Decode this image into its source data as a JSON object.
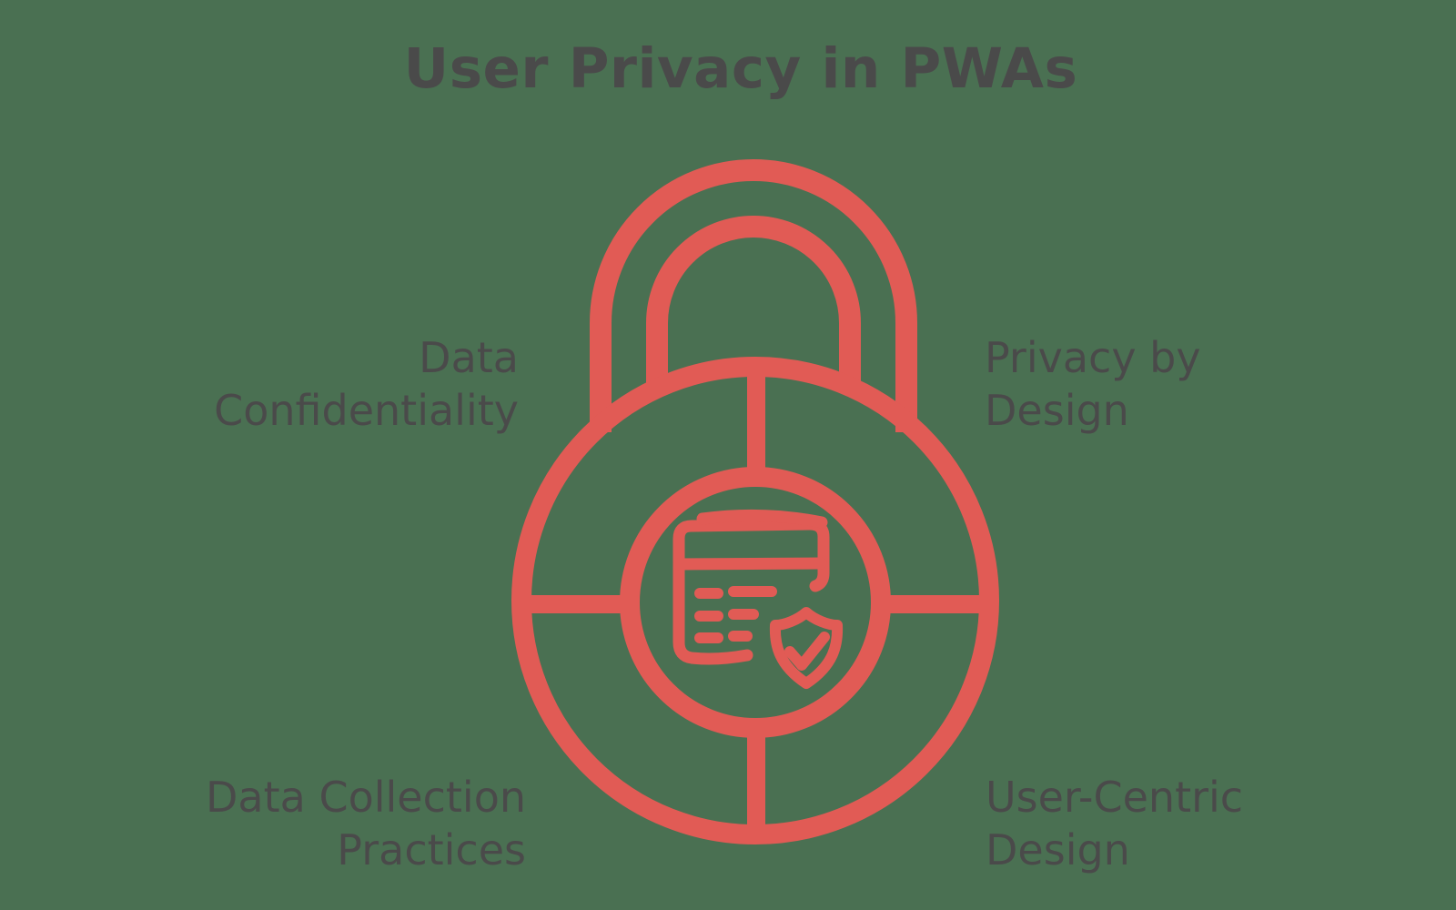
{
  "title": "User Privacy in PWAs",
  "colors": {
    "background": "#4a7052",
    "accent": "#e15b55",
    "text": "#4a4a4a"
  },
  "diagram": {
    "type": "padlock-quadrant-infographic",
    "center_icon": "browser-window-with-shield-check",
    "quadrant_count": 4
  },
  "labels": {
    "top_left": {
      "line1": "Data",
      "line2": "Confidentiality"
    },
    "top_right": {
      "line1": "Privacy by",
      "line2": "Design"
    },
    "bottom_left": {
      "line1": "Data Collection",
      "line2": "Practices"
    },
    "bottom_right": {
      "line1": "User-Centric",
      "line2": "Design"
    }
  }
}
